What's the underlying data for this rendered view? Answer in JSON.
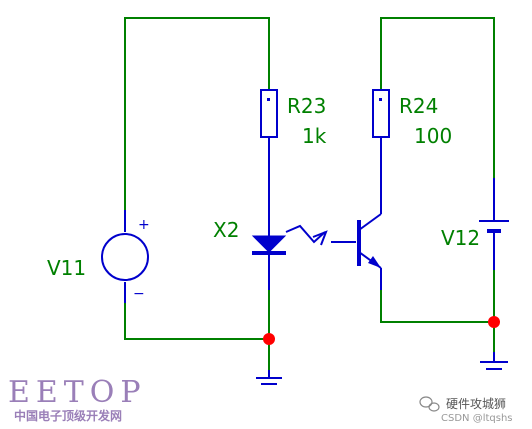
{
  "colors": {
    "wire": "#008000",
    "component": "#0000cc",
    "label": "#008000",
    "junction": "#ff0000",
    "watermark": "#9a7fb8"
  },
  "labels": {
    "r23_name": "R23",
    "r23_value": "1k",
    "r24_name": "R24",
    "r24_value": "100",
    "x2": "X2",
    "v11": "V11",
    "v12": "V12"
  },
  "watermark": {
    "logo": "EETOP",
    "subtitle": "中国电子顶级开发网",
    "account": "硬件攻城狮",
    "csdn": "CSDN @ltqshs",
    "wechat_icon": "wechat-icon"
  }
}
